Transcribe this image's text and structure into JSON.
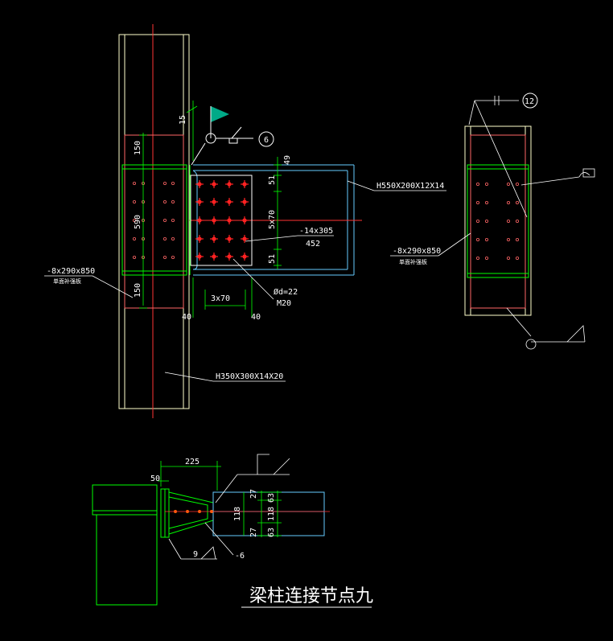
{
  "colors": {
    "background": "#000000",
    "column": "#ffffcc",
    "stiffener": "#ff6666",
    "beam": "#66ccff",
    "plate": "#00ff00",
    "centerline": "#ff3333",
    "dimension": "#00ff00",
    "text": "#ffffff",
    "bolt_red": "#ff2222",
    "bolt_hole": "#ff6666",
    "weld_flag": "#00aa88"
  },
  "labels": {
    "dim_150_top": "150",
    "dim_590": "590",
    "dim_150_bot": "150",
    "dim_15": "15",
    "dim_49": "49",
    "dim_51_top": "51",
    "dim_5x70": "5x70",
    "dim_51_bot": "51",
    "dim_3x70": "3x70",
    "dim_40_left": "40",
    "dim_40_right": "40",
    "beam_section": "H550X200X12X14",
    "column_section": "H350X300X14X20",
    "stiffener_left_size": "-8x290x850",
    "stiffener_left_name": "单面补强板",
    "shear_plate_size": "-14x305",
    "shear_plate_len": "452",
    "bolt_hole": "Ød=22",
    "bolt_size": "M20",
    "stiffener_right_size": "-8x290x850",
    "stiffener_right_name": "单面补强板",
    "weld_circle_6": "6",
    "weld_circle_12": "12",
    "plan_dim_225": "225",
    "plan_dim_50": "50",
    "plan_dim_27_top": "27",
    "plan_dim_63_top": "63",
    "plan_dim_118_left": "118",
    "plan_dim_118_right": "118",
    "plan_dim_27_bot": "27",
    "plan_dim_63_bot": "63",
    "plan_weld_9": "9",
    "plan_plate_6": "-6",
    "title": "梁柱连接节点九"
  }
}
